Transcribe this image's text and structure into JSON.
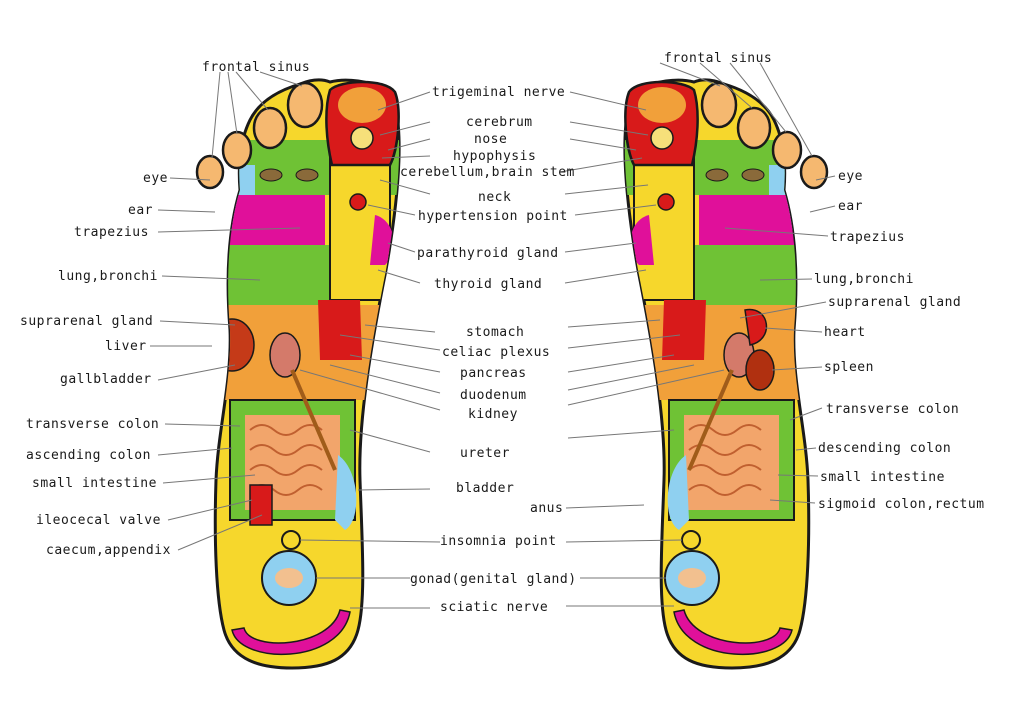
{
  "colors": {
    "yellow": "#f6d72c",
    "green": "#6fc235",
    "magenta": "#e0109a",
    "red": "#d81a1a",
    "orange": "#f1a03a",
    "blue": "#8fd0f0",
    "skin": "#f5b870",
    "outline": "#1a1a1a",
    "leader": "#777777"
  },
  "labels": {
    "frontal_sinus_l": "frontal sinus",
    "frontal_sinus_r": "frontal sinus",
    "trigeminal_nerve": "trigeminal nerve",
    "cerebrum": "cerebrum",
    "nose": "nose",
    "hypophysis": "hypophysis",
    "cerebellum": "cerebellum,brain stem",
    "neck": "neck",
    "hypertension_point": "hypertension point",
    "parathyroid_gland": "parathyroid gland",
    "thyroid_gland": "thyroid gland",
    "eye_l": "eye",
    "ear_l": "ear",
    "trapezius_l": "trapezius",
    "lung_l": "lung,bronchi",
    "suprarenal_l": "suprarenal gland",
    "liver": "liver",
    "gallbladder": "gallbladder",
    "transverse_colon_l": "transverse colon",
    "ascending_colon": "ascending colon",
    "small_intestine_l": "small intestine",
    "ileocecal_valve": "ileocecal valve",
    "caecum": "caecum,appendix",
    "stomach": "stomach",
    "celiac_plexus": "celiac plexus",
    "pancreas": "pancreas",
    "duodenum": "duodenum",
    "kidney": "kidney",
    "ureter": "ureter",
    "bladder": "bladder",
    "anus": "anus",
    "insomnia_point": "insomnia point",
    "gonad": "gonad(genital gland)",
    "sciatic_nerve": "sciatic nerve",
    "eye_r": "eye",
    "ear_r": "ear",
    "trapezius_r": "trapezius",
    "lung_r": "lung,bronchi",
    "suprarenal_r": "suprarenal gland",
    "heart": "heart",
    "spleen": "spleen",
    "transverse_colon_r": "transverse colon",
    "descending_colon": "descending colon",
    "small_intestine_r": "small intestine",
    "sigmoid_colon": "sigmoid colon,rectum"
  }
}
